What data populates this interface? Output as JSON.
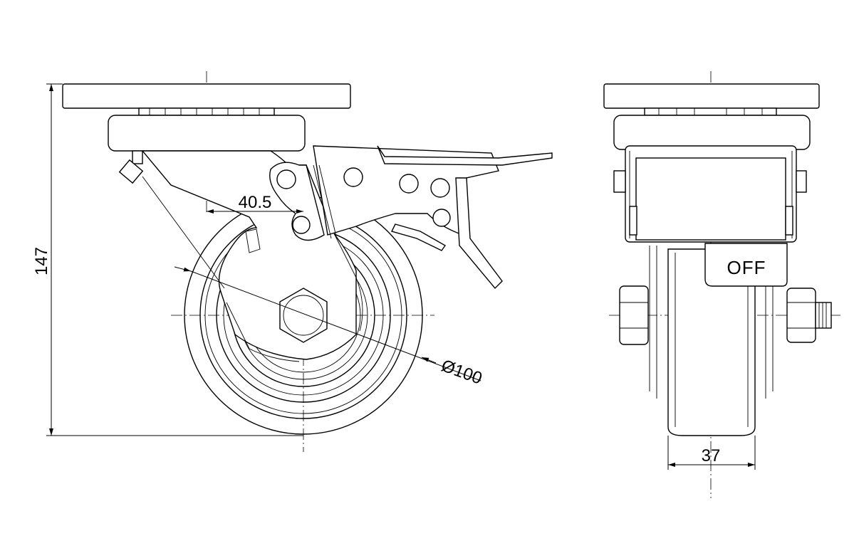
{
  "title": "Swivel castor with total brake - technical drawing",
  "dimensions": {
    "height": "147",
    "offset": "40.5",
    "wheel_diameter": "Ø100",
    "wheel_width": "37"
  },
  "brake_label": "OFF"
}
